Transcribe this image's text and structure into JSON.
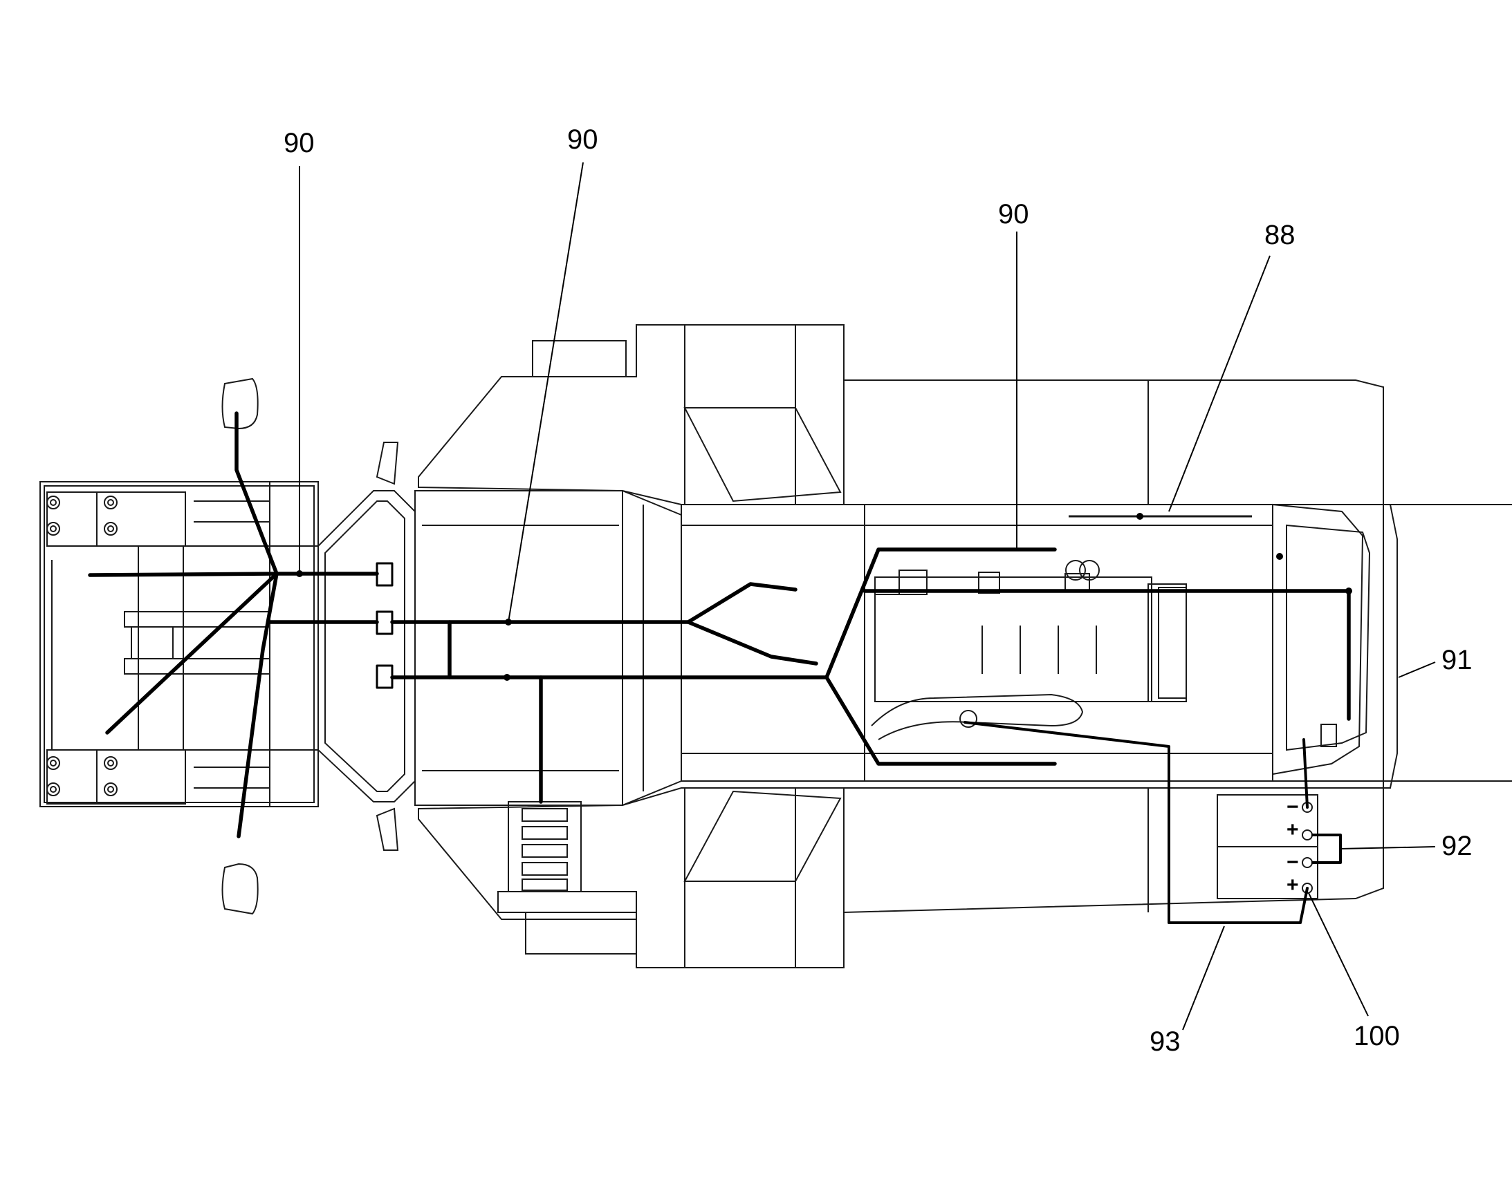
{
  "diagram": {
    "callouts": [
      {
        "id": "harness-front-left",
        "text": "90"
      },
      {
        "id": "harness-front-center",
        "text": "90"
      },
      {
        "id": "harness-engine",
        "text": "90"
      },
      {
        "id": "harness-rear",
        "text": "88"
      },
      {
        "id": "frame-ground",
        "text": "91"
      },
      {
        "id": "battery-jumper",
        "text": "92"
      },
      {
        "id": "starter-cable",
        "text": "93"
      },
      {
        "id": "positive-terminal",
        "text": "100"
      }
    ],
    "battery_signs": {
      "neg_top": "−",
      "pos_upper": "+",
      "neg_lower": "−",
      "pos_lower": "+"
    }
  }
}
